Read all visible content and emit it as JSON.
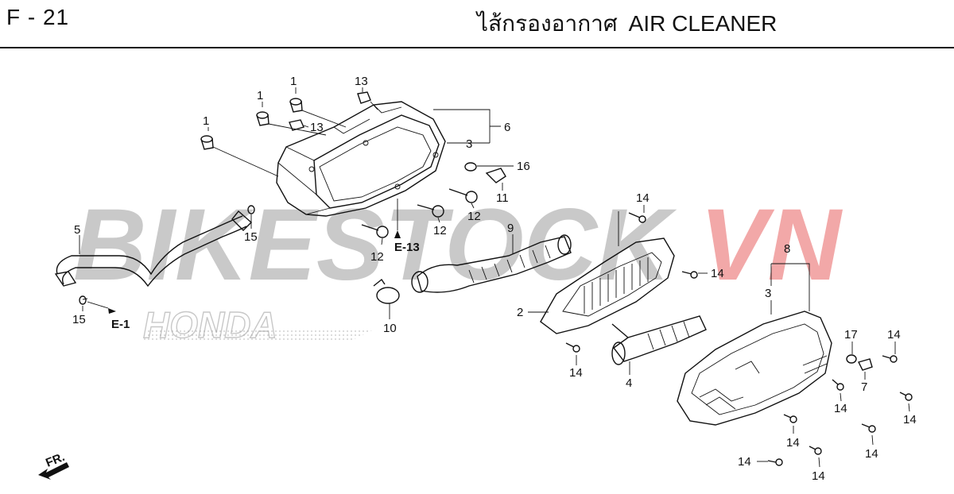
{
  "header": {
    "figure_code": "F - 21",
    "title_thai": "ไส้กรองอากาศ",
    "title_en": "AIR CLEANER"
  },
  "watermark": {
    "brand_prefix": "BIKESTOCK",
    "brand_suffix": "VN",
    "brand_prefix_color": "#c9c9c9",
    "brand_suffix_color": "#f2a8a8",
    "maker": "HONDA"
  },
  "reference_labels": [
    "E-1",
    "E-13"
  ],
  "direction_indicator": "FR.",
  "callouts": [
    "1",
    "1",
    "1",
    "13",
    "13",
    "6",
    "3",
    "16",
    "11",
    "12",
    "12",
    "12",
    "15",
    "5",
    "15",
    "9",
    "10",
    "14",
    "14",
    "2",
    "8",
    "3",
    "4",
    "14",
    "17",
    "14",
    "7",
    "14",
    "14",
    "14",
    "14",
    "14",
    "14"
  ]
}
